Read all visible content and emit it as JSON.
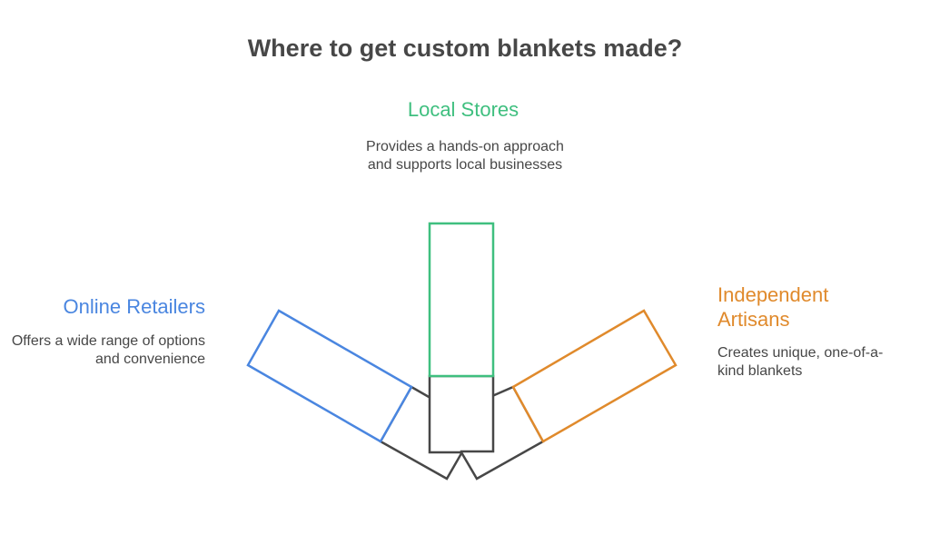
{
  "title": "Where to get custom blankets made?",
  "colors": {
    "online": "#4a86e0",
    "local": "#3fbf7f",
    "artisans": "#e08a2c",
    "neutral": "#474747"
  },
  "options": {
    "local": {
      "heading": "Local Stores",
      "description": "Provides a hands-on approach and supports local businesses"
    },
    "online": {
      "heading": "Online Retailers",
      "description": "Offers a wide range of options and convenience"
    },
    "artisans": {
      "heading": "Independent Artisans",
      "description": "Creates unique, one-of-a-kind blankets"
    }
  }
}
